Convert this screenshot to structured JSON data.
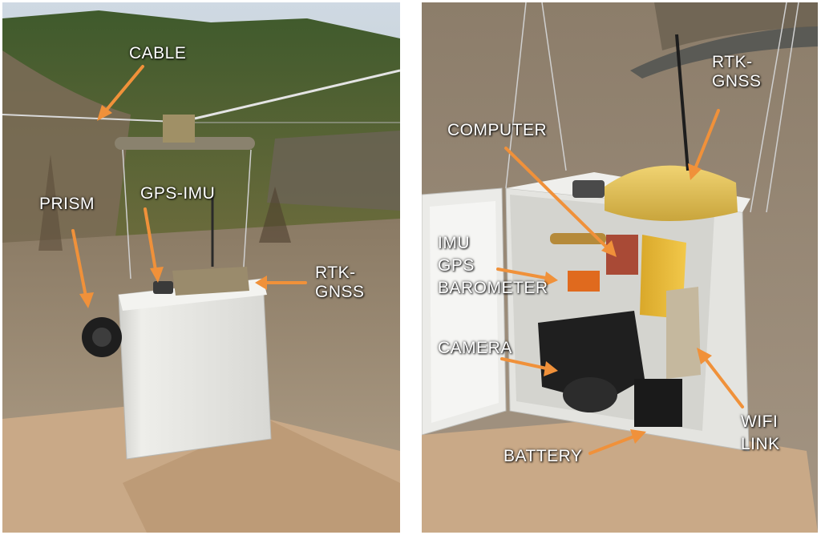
{
  "panels": [
    {
      "name": "left",
      "labels": {
        "cable": "CABLE",
        "prism": "PRISM",
        "gps_imu": "GPS-IMU",
        "rtk_gnss_line1": "RTK-",
        "rtk_gnss_line2": "GNSS"
      }
    },
    {
      "name": "right",
      "labels": {
        "rtk_gnss_line1": "RTK-",
        "rtk_gnss_line2": "GNSS",
        "computer": "COMPUTER",
        "imu_line1": "IMU",
        "imu_line2": "GPS",
        "imu_line3": "BAROMETER",
        "camera": "CAMERA",
        "battery": "BATTERY",
        "wifi_line1": "WIFI",
        "wifi_line2": "LINK"
      }
    }
  ],
  "colors": {
    "arrow": "#f0913a",
    "label_text": "#ffffff",
    "box": "#e6e6e2",
    "antenna": "#e8c24a"
  }
}
